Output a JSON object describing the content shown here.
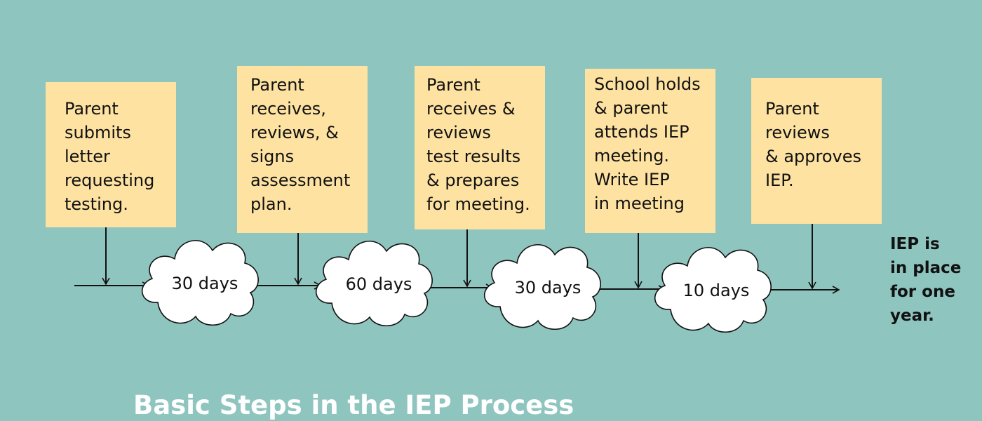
{
  "steps": [
    {
      "text": "Parent\nsubmits\nletter\nrequesting\ntesting."
    },
    {
      "text": "Parent\nreceives,\nreviews, &\nsigns\nassessment\nplan."
    },
    {
      "text": "Parent\nreceives &\nreviews\ntest results\n& prepares\nfor meeting."
    },
    {
      "text": "School holds\n& parent\nattends IEP\nmeeting.\nWrite IEP\nin meeting"
    },
    {
      "text": "Parent\nreviews\n& approves\nIEP."
    }
  ],
  "durations": [
    "30 days",
    "60 days",
    "30 days",
    "10 days"
  ],
  "outcome": "IEP is\nin place\nfor one\nyear.",
  "title": "Basic Steps in the IEP Process",
  "colors": {
    "background": "#8fc5bf",
    "note": "#fde2a2",
    "cloud": "#ffffff",
    "line": "#111111",
    "title": "#ffffff"
  }
}
